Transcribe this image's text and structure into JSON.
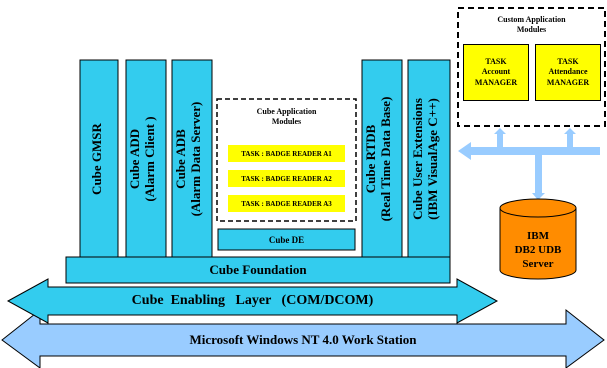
{
  "windows_nt": "Microsoft Windows NT 4.0 Work Station",
  "enabling_layer": "Cube  Enabling   Layer   (COM/DCOM)",
  "foundation": "Cube Foundation",
  "columns": {
    "gmsr": "Cube GMSR",
    "add_line1": "Cube ADD",
    "add_line2": "(Alarm Client )",
    "adb_line1": "Cube ADB",
    "adb_line2": "(Alarm Data Server)",
    "rtdb_line1": "Cube RTDB",
    "rtdb_line2": "(Real Time Data Base)",
    "ext_line1": "Cube User Extensions",
    "ext_line2": "(IBM VisualAge C++)"
  },
  "app_modules": {
    "title_line1": "Cube Application",
    "title_line2": "Modules",
    "tasks": [
      "TASK : BADGE READER A1",
      "TASK : BADGE READER A2",
      "TASK : BADGE READER A3"
    ]
  },
  "cube_de": "Cube DE",
  "custom_modules": {
    "title_line1": "Custom Application",
    "title_line2": "Modules",
    "task_account": [
      "TASK",
      "Account",
      "MANAGER"
    ],
    "task_attendance": [
      "TASK",
      "Attendance",
      "MANAGER"
    ]
  },
  "database": [
    "IBM",
    "DB2 UDB",
    "Server"
  ],
  "colors": {
    "cyan": "#33ccee",
    "light_blue": "#99ccff",
    "orange": "#ff8c00",
    "yellow": "#ffff00"
  }
}
